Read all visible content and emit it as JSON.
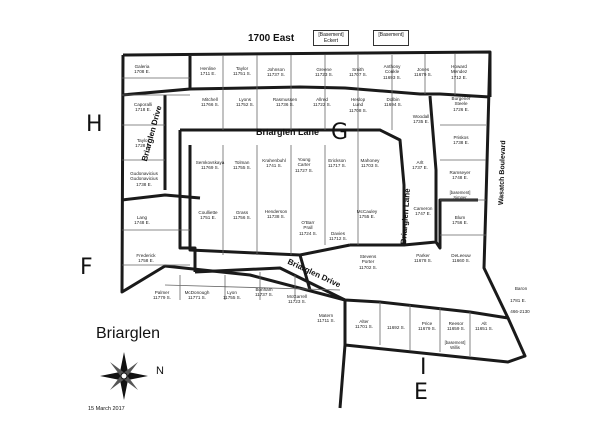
{
  "map": {
    "title": "Briarglen",
    "date": "15 March 2017",
    "compass_label": "N",
    "section_marks": [
      "H",
      "F",
      "G",
      "I",
      "E"
    ],
    "streets": {
      "north": "1700 East",
      "inner": "Briarglen Lane",
      "west": "Briarglen Drive",
      "east": "Wasatch Boulevard",
      "lane_east": "Briarglen Lane",
      "drive_south": "Briarglen Drive"
    },
    "top_boxes": [
      {
        "name": "[Basement]",
        "line2": "Eckert"
      },
      {
        "name": "[Basement]",
        "line2": ""
      }
    ],
    "lots": {
      "galeria": {
        "name": "Galeria",
        "addr": "1708 E."
      },
      "caporalli": {
        "name": "Caporalli",
        "addr": "1718 E."
      },
      "taylor_w": {
        "name": "Taylor",
        "addr": "1728 E."
      },
      "gudonavicius": {
        "name": "Gudonavicius",
        "name2": "Gudonavicius",
        "addr": "1738 E."
      },
      "lang": {
        "name": "Lang",
        "addr": "1748 E."
      },
      "frederick": {
        "name": "Frederick",
        "addr": "1758 E."
      },
      "henline": {
        "name": "Henline",
        "addr": "1711 E."
      },
      "taylor_n": {
        "name": "Taylor",
        "addr": "11751 S."
      },
      "johnson": {
        "name": "Johnson",
        "addr": "11737 S."
      },
      "greene": {
        "name": "Greene",
        "addr": "11723 S."
      },
      "smith": {
        "name": "Smith",
        "addr": "11707 S."
      },
      "conkle": {
        "name": "Anthony",
        "name2": "Conkle",
        "addr": "11693 S."
      },
      "jones": {
        "name": "Jones",
        "addr": "11679 S."
      },
      "mendez": {
        "name": "Howard",
        "name2": "Mendez",
        "addr": "1712 E."
      },
      "mitchell": {
        "name": "Mitchell",
        "addr": "11766 S."
      },
      "lyons": {
        "name": "Lyons",
        "addr": "11752 S."
      },
      "rasmussen": {
        "name": "Rasmussen",
        "addr": "11736 S."
      },
      "allred": {
        "name": "Allred",
        "addr": "11722 S."
      },
      "heslop": {
        "name": "Heslop",
        "name2": "Lund",
        "addr": "11708 S."
      },
      "dolbin": {
        "name": "Dolbin",
        "addr": "11694 S."
      },
      "woodall": {
        "name": "Woodall",
        "addr": "1735 E."
      },
      "steele": {
        "name": "Burgener",
        "name2": "Steele",
        "addr": "1726 E."
      },
      "priskos": {
        "name": "Priskos",
        "addr": "1738 E."
      },
      "semkovskaya": {
        "name": "Semkovskaya",
        "addr": "11769 S."
      },
      "tolman": {
        "name": "Tolman",
        "addr": "11755 S."
      },
      "krahenbuhl": {
        "name": "Krahenbuhl",
        "addr": "1741 S."
      },
      "carter": {
        "name": "Young",
        "name2": "Carter",
        "addr": "11727 S."
      },
      "erickson": {
        "name": "Erickson",
        "addr": "11717 S."
      },
      "mahoney": {
        "name": "Mahoney",
        "addr": "11703 S."
      },
      "arlt": {
        "name": "Arlt",
        "addr": "1737 E."
      },
      "ramseyer": {
        "name": "Ramseyer",
        "addr": "1748 E."
      },
      "simper": {
        "name": "[basement]",
        "name2": "Simper"
      },
      "coulliette": {
        "name": "Coulliette",
        "addr": "1751 E."
      },
      "grass": {
        "name": "Grass",
        "addr": "11756 S."
      },
      "henderson": {
        "name": "Henderson",
        "addr": "11738 S."
      },
      "prall": {
        "name": "O'Barr",
        "name2": "Prall",
        "addr": "11724 S."
      },
      "davies": {
        "name": "Davies",
        "addr": "11712 S."
      },
      "mccauley": {
        "name": "McCauley",
        "addr": "1755 E."
      },
      "cameron": {
        "name": "Cameron",
        "addr": "1747 E."
      },
      "blum": {
        "name": "Blum",
        "addr": "1756 E."
      },
      "porter": {
        "name": "Stevens",
        "name2": "Porter",
        "addr": "11702 S."
      },
      "parker": {
        "name": "Parker",
        "addr": "11678 S."
      },
      "deleeuw": {
        "name": "DeLeeuw",
        "addr": "11660 S."
      },
      "baron": {
        "name": "Baron"
      },
      "baron2": {
        "name": "1781 E."
      },
      "baron3": {
        "name": "466-2130"
      },
      "palmer": {
        "name": "Palmer",
        "addr": "11779 S."
      },
      "mcdonough": {
        "name": "McDonough",
        "addr": "11771 S."
      },
      "lyon": {
        "name": "Lyon",
        "addr": "11755 S."
      },
      "bonham": {
        "name": "Bonham",
        "addr": "11737 S."
      },
      "mcgarrell": {
        "name": "McGarrell",
        "addr": "11723 S."
      },
      "matern": {
        "name": "Matern",
        "addr": "11711 S."
      },
      "alter": {
        "name": "Alter",
        "addr": "11701 S."
      },
      "lot11692": {
        "name": "11692 S."
      },
      "price": {
        "name": "Price",
        "addr": "11679 S."
      },
      "reesor": {
        "name": "Reesor",
        "addr": "11659 S."
      },
      "alt": {
        "name": "Alt",
        "addr": "11651 S."
      },
      "willis": {
        "name": "[basement]",
        "name2": "Willis"
      }
    }
  }
}
